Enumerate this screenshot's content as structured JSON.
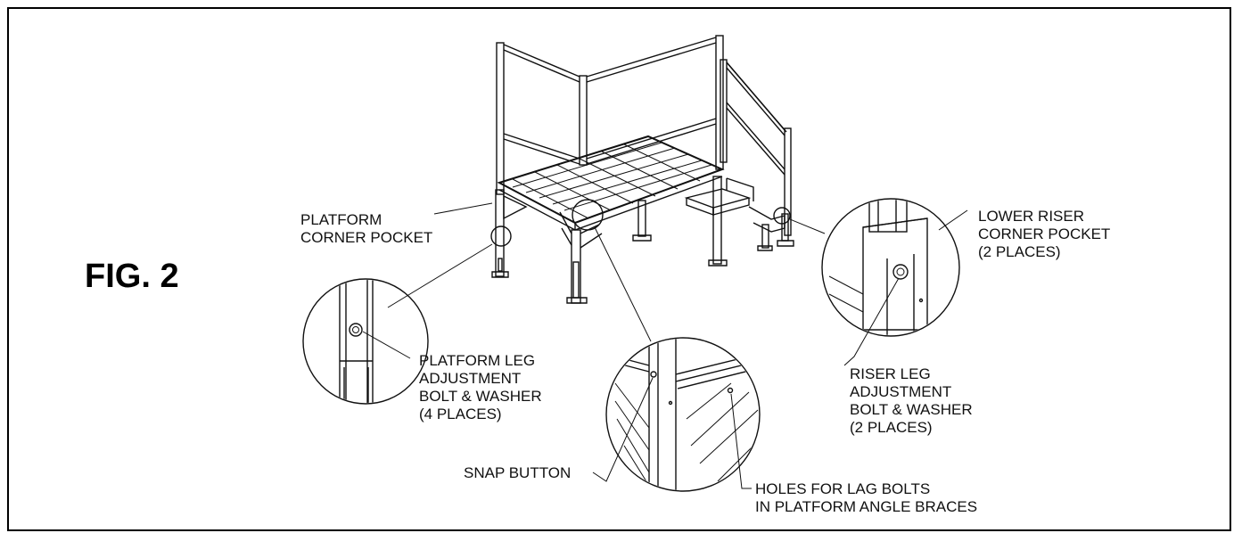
{
  "figure": {
    "title": "FIG. 2"
  },
  "callouts": {
    "platform_corner_pocket": [
      "PLATFORM",
      "CORNER POCKET"
    ],
    "lower_riser_corner_pocket": [
      "LOWER RISER",
      "CORNER POCKET",
      "(2 PLACES)"
    ],
    "platform_leg_adjustment": [
      "PLATFORM LEG",
      "ADJUSTMENT",
      "BOLT & WASHER",
      "(4 PLACES)"
    ],
    "riser_leg_adjustment": [
      "RISER LEG",
      "ADJUSTMENT",
      "BOLT & WASHER",
      "(2 PLACES)"
    ],
    "snap_button": "SNAP BUTTON",
    "holes_for_lag_bolts": [
      "HOLES FOR LAG BOLTS",
      "IN PLATFORM ANGLE BRACES"
    ]
  }
}
